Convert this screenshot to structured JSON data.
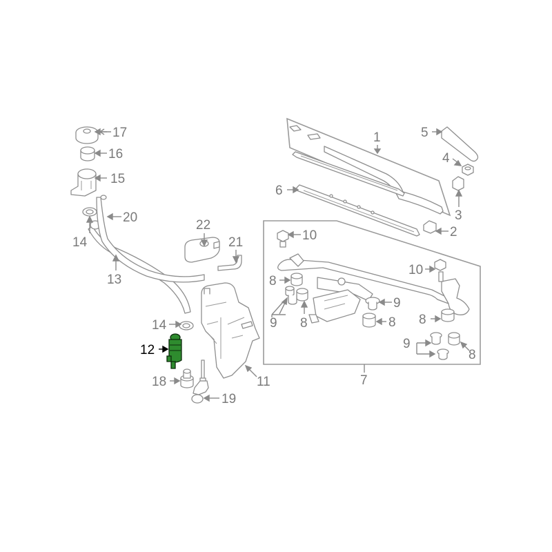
{
  "diagram": {
    "highlighted_part": "12",
    "highlight_color": "#2e8b2e",
    "callouts": {
      "p1": "1",
      "p2": "2",
      "p3": "3",
      "p4": "4",
      "p5": "5",
      "p6": "6",
      "p7": "7",
      "p8a": "8",
      "p8b": "8",
      "p8c": "8",
      "p8d": "8",
      "p8e": "8",
      "p9a": "9",
      "p9b": "9",
      "p9c": "9",
      "p10a": "10",
      "p10b": "10",
      "p11": "11",
      "p12": "12",
      "p13": "13",
      "p14a": "14",
      "p14b": "14",
      "p15": "15",
      "p16": "16",
      "p17": "17",
      "p18": "18",
      "p19": "19",
      "p20": "20",
      "p21": "21",
      "p22": "22"
    }
  }
}
